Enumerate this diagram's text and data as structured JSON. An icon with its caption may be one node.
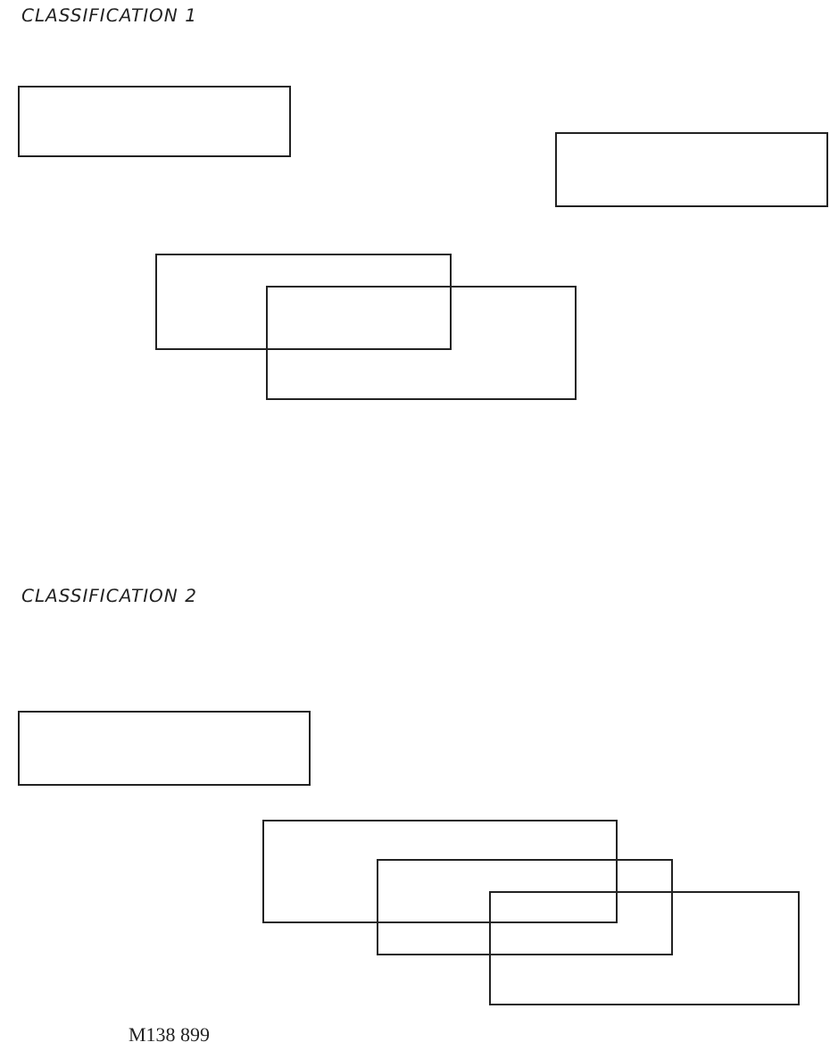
{
  "diagram": {
    "nodes": [
      {
        "text": [],
        "shape": "box"
      },
      {
        "text": [],
        "shape": "box"
      },
      {
        "text": [],
        "shape": "box"
      },
      {
        "text": [],
        "shape": "box"
      },
      {
        "text": [],
        "shape": "box"
      },
      {
        "text": [],
        "shape": "box"
      },
      {
        "text": [],
        "shape": "box"
      },
      {
        "text": [],
        "shape": "box"
      }
    ],
    "edges": [],
    "labels": [
      "CLASSIFICATION 1",
      "CLASSIFICATION 2",
      "M138 899"
    ]
  }
}
